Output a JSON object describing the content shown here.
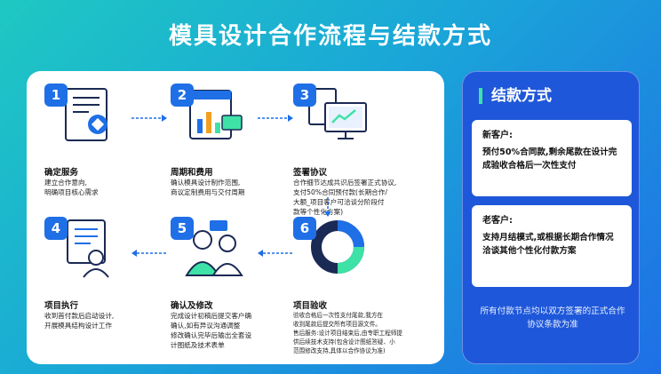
{
  "title": "模具设计合作流程与结款方式",
  "steps": [
    {
      "num": "1",
      "title": "确定服务",
      "desc": "建立合作意向,\n明确项目核心需求"
    },
    {
      "num": "2",
      "title": "周期和费用",
      "desc": "确认模具设计制作范围,\n商议定制费用与交付周期"
    },
    {
      "num": "3",
      "title": "签署协议",
      "desc": "合作细节达成共识后签署正式协议,\n支付50%合同预付款(长期合作/\n大额_项目客户可洽谈分阶段付\n款等个性化方案)"
    },
    {
      "num": "4",
      "title": "项目执行",
      "desc": "收到首付款后启动设计,\n开展模具结构设计工作"
    },
    {
      "num": "5",
      "title": "确认及修改",
      "desc": "完成设计初稿后提交客户确\n确认,如有异议沟通调整\n修改确认完毕后输出全套设\n计图纸及技术表单"
    },
    {
      "num": "6",
      "title": "项目验收",
      "desc": "验收合格后一次性支付尾款,我方在\n收到尾款后提交所有项目源文件。\n售后服务:设计项目结束后,由专职工程师提\n供后续技术支持(包含设计图纸答疑、小\n范围修改支持,具体以合作协议为准)"
    }
  ],
  "payment": {
    "title": "结款方式",
    "new_label": "新客户:",
    "new_text": "预付50%合同款,剩余尾款在设计完成验收合格后一次性支付",
    "old_label": "老客户:",
    "old_text": "支持月结模式,或根据长期合作情况洽谈其他个性化付款方案",
    "footer": "所有付款节点均以双方签署的正式合作协议条款为准"
  },
  "colors": {
    "accent": "#1f6fe6",
    "panel_right": "#1e57d9",
    "green": "#3ee2a6"
  }
}
